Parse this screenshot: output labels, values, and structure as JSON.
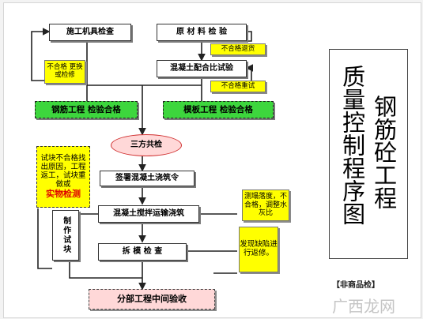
{
  "nodes": {
    "equipment_check": "施工机具检查",
    "material_check": "原 材 料 检 验",
    "reject_return": "不合格退货",
    "replace_repair": "不合格 更换或检修",
    "mix_test": "混凝土配合比试验",
    "retest": "不合格重试",
    "rebar": "钢筋工程 检验合格",
    "formwork": "模板工程 检验合格",
    "tripartite": "三方共检",
    "pour_order": "签署混凝土浇筑令",
    "mix_transport": "混凝土搅拌运输浇筑",
    "demold_check": "拆 模 检 查",
    "acceptance": "分部工程中间验收",
    "make_sample": "制作试块",
    "slump_note": "测塌落度，不合格，调整水灰比",
    "defect_note": "发现缺陷进行返修。",
    "sample_fail_line1": "试块不合格找出原因，工程返工，试块重做或",
    "sample_fail_line2": "实物检测"
  },
  "title": {
    "col1": "钢筋砼工程",
    "col2": "质量控制程序图"
  },
  "footer_label": "【非商品检】",
  "watermark": "广西龙网",
  "colors": {
    "yellow": "#ffff00",
    "green": "#3dd63d",
    "pink": "#ffd8d8",
    "red_text": "#e00000"
  }
}
